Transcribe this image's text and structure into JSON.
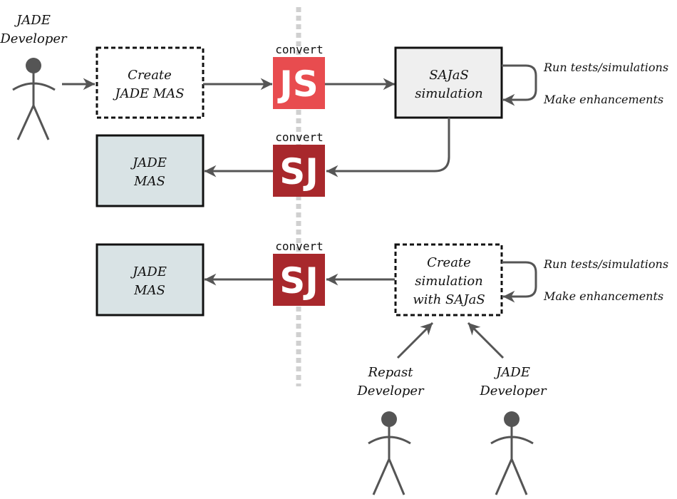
{
  "colors": {
    "js_block": "#e84c4f",
    "sj_block": "#a8282c",
    "jade_box": "#d9e3e5",
    "sajas_box": "#efefef",
    "arrow": "#555555"
  },
  "actors": [
    {
      "line1": "JADE",
      "line2": "Developer"
    },
    {
      "line1": "Repast",
      "line2": "Developer"
    },
    {
      "line1": "JADE",
      "line2": "Developer"
    }
  ],
  "boxes": {
    "create_jade": {
      "line1": "Create",
      "line2": "JADE MAS"
    },
    "sajas_sim": {
      "line1": "SAJaS",
      "line2": "simulation"
    },
    "jade_mas_1": {
      "line1": "JADE",
      "line2": "MAS"
    },
    "jade_mas_2": {
      "line1": "JADE",
      "line2": "MAS"
    },
    "create_sim": {
      "line1": "Create",
      "line2": "simulation",
      "line3": "with SAJaS"
    }
  },
  "converters": [
    {
      "caption": "convert",
      "label": "JS"
    },
    {
      "caption": "convert",
      "label": "SJ"
    },
    {
      "caption": "convert",
      "label": "SJ"
    }
  ],
  "loops": [
    {
      "top": "Run tests/simulations",
      "bottom": "Make enhancements"
    },
    {
      "top": "Run tests/simulations",
      "bottom": "Make enhancements"
    }
  ]
}
